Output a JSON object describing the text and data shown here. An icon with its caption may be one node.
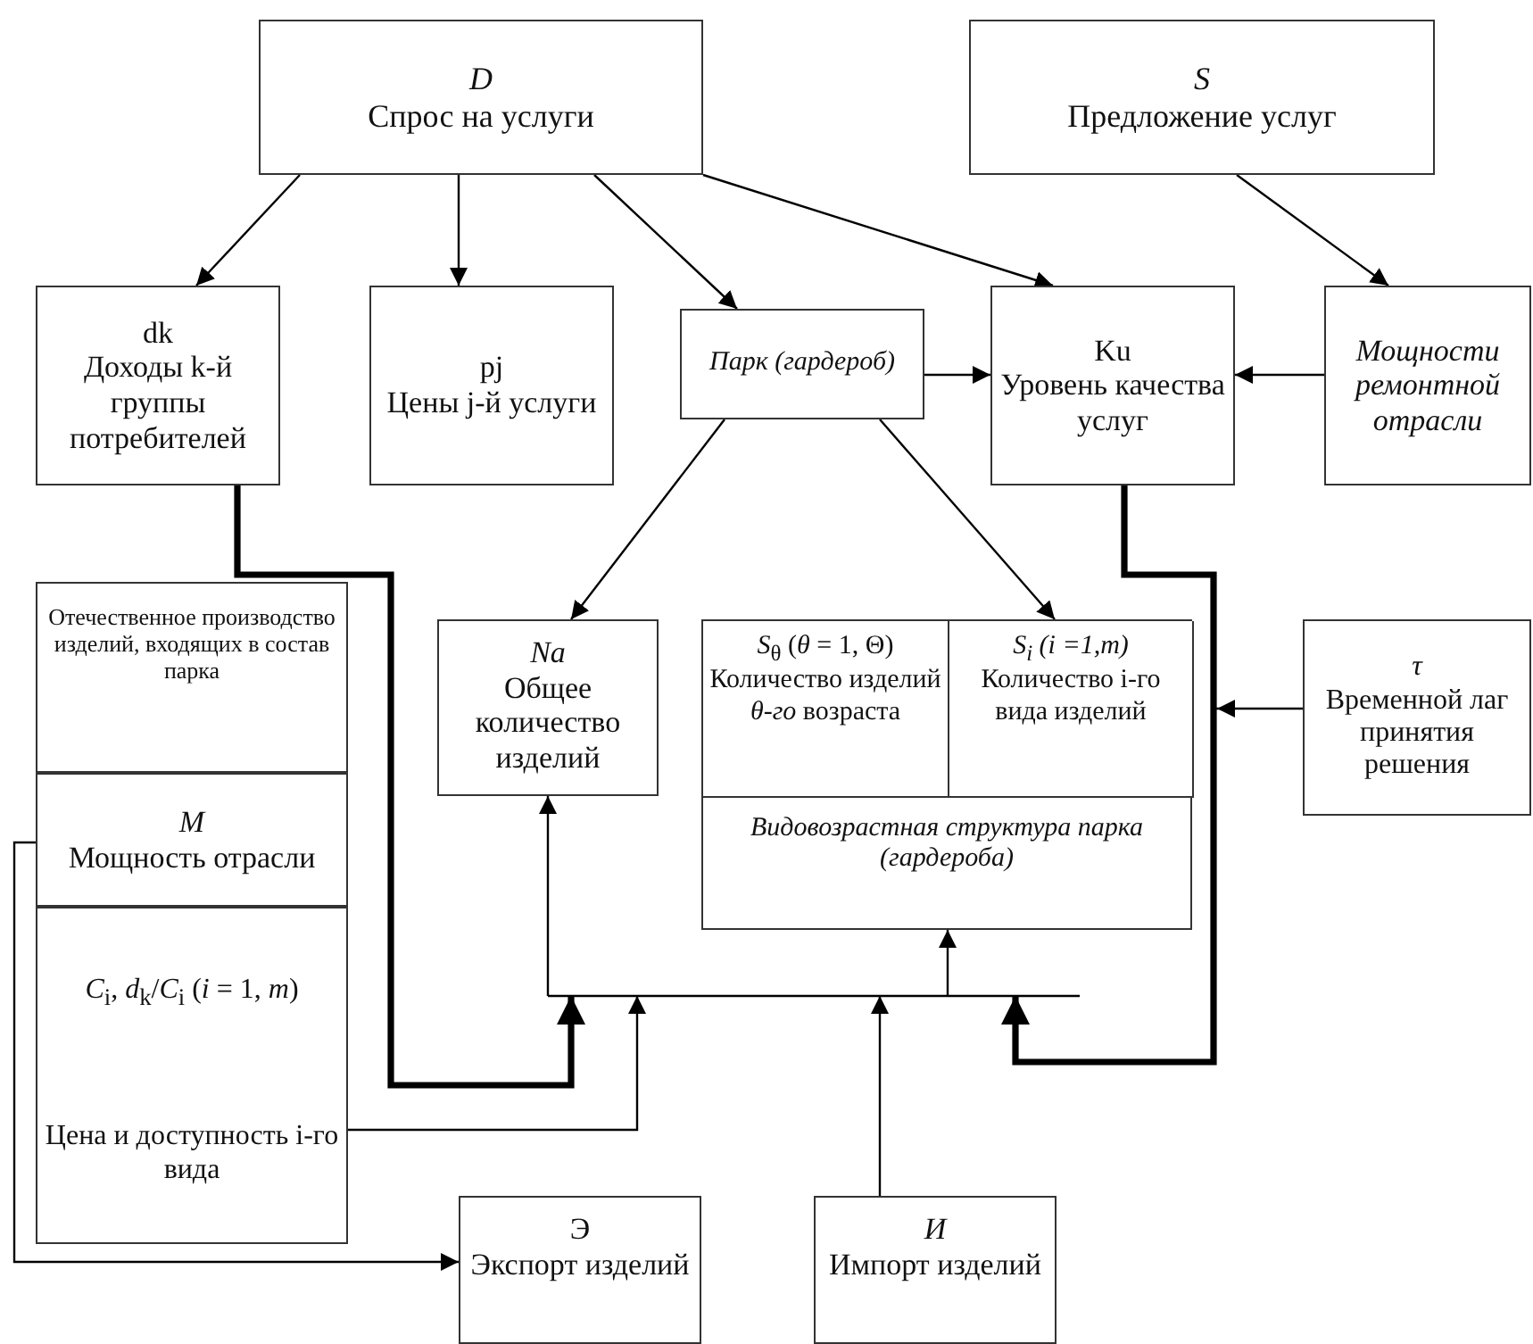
{
  "diagram": {
    "nodes": [
      {
        "text": [
          "D",
          "Спрос на услуги"
        ]
      },
      {
        "text": [
          "S",
          "Предложение услуг"
        ]
      },
      {
        "text": [
          "dk",
          "Доходы k-й группы потребителей"
        ]
      },
      {
        "text": [
          "pj",
          "Цены j-й услуги"
        ]
      },
      {
        "text": [
          "Парк (гардероб)"
        ]
      },
      {
        "text": [
          "Ku",
          "Уровень качества услуг"
        ]
      },
      {
        "text": [
          "Мощности ремонтной отрасли"
        ]
      },
      {
        "text": [
          "Отечественное производство изделий, входящих в состав парка"
        ]
      },
      {
        "text": [
          "M",
          "Мощность отрасли"
        ]
      },
      {
        "text": [
          "*C*$_{i}$, *d*$_{k}$/*C*$_{i}$ (*i* = 1, *m*)",
          "Цена и доступность i-го вида"
        ]
      },
      {
        "text": [
          "Na",
          "Общее количество изделий"
        ]
      },
      {
        "text": [
          "Видовозрастная структура парка (гардероба)"
        ]
      },
      {
        "text": [
          "*S*$_{θ}$ (*θ* = 1, Θ)",
          "Количество изделий *θ-го* возраста"
        ],
        "in": 11
      },
      {
        "text": [
          "S$_{i}$ (i =1,m)",
          "Количество i-го вида изделий"
        ],
        "in": 11
      },
      {
        "text": [
          "τ",
          "Временной лаг принятия решения"
        ]
      },
      {
        "text": [
          "Э",
          "Экспорт изделий"
        ]
      },
      {
        "text": [
          "И",
          "Импорт изделий"
        ]
      }
    ],
    "edges": [
      {
        "from": 0,
        "to": 2,
        "arrow": "to"
      },
      {
        "from": 0,
        "to": 3,
        "arrow": "to"
      },
      {
        "from": 0,
        "to": 4,
        "arrow": "to"
      },
      {
        "from": 0,
        "to": 5,
        "arrow": "to"
      },
      {
        "from": 1,
        "to": 6,
        "arrow": "to"
      },
      {
        "from": 4,
        "to": 5,
        "arrow": "to"
      },
      {
        "from": 6,
        "to": 5,
        "arrow": "to"
      },
      {
        "from": 4,
        "to": 10,
        "arrow": "to"
      },
      {
        "from": 4,
        "to": 13,
        "arrow": "to"
      },
      {
        "from": 2,
        "to": 10,
        "arrow": "to",
        "style": "thick"
      },
      {
        "from": 2,
        "to": 11,
        "arrow": "to",
        "style": "thick"
      },
      {
        "from": 9,
        "to": 10,
        "arrow": "to"
      },
      {
        "from": 9,
        "to": 11,
        "arrow": "to"
      },
      {
        "from": 16,
        "to": 10,
        "arrow": "to"
      },
      {
        "from": 16,
        "to": 11,
        "arrow": "to"
      },
      {
        "from": 5,
        "to": 10,
        "arrow": "to",
        "style": "thick"
      },
      {
        "from": 5,
        "to": 11,
        "arrow": "to",
        "style": "thick"
      },
      {
        "from": 14,
        "to": 10,
        "arrow": "to"
      },
      {
        "from": 14,
        "to": 11,
        "arrow": "to"
      },
      {
        "from": 8,
        "to": 15,
        "arrow": "to"
      }
    ]
  }
}
